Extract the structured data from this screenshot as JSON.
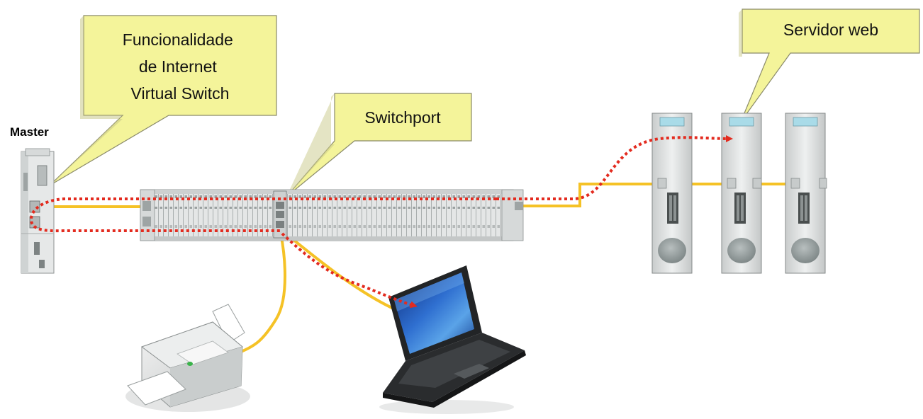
{
  "labels": {
    "master": "Master",
    "callout_internet": [
      "Funcionalidade",
      "de Internet",
      "Virtual Switch"
    ],
    "callout_switchport": "Switchport",
    "callout_webserver": "Servidor web"
  },
  "colors": {
    "callout_fill": "#f4f49a",
    "callout_stroke": "#8a8a6a",
    "cable": "#f5c226",
    "data_flow": "#e32b1f",
    "device_gray": "#d9dcdc",
    "device_dark": "#9aa0a0"
  },
  "icons": {
    "master_controller": "plc-master-icon",
    "io_rack": "io-terminal-rack-icon",
    "printer": "printer-icon",
    "laptop": "laptop-icon",
    "io_module": "io-module-icon"
  }
}
